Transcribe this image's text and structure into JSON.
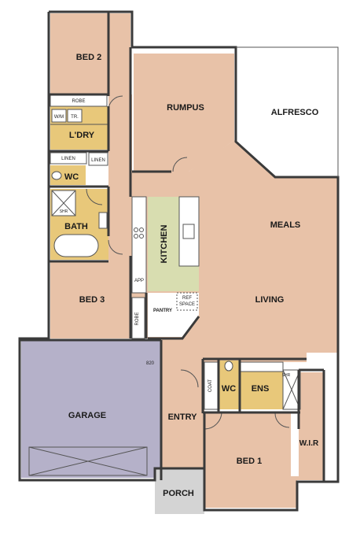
{
  "rooms": {
    "bed2": "BED 2",
    "rumpus": "RUMPUS",
    "alfresco": "ALFRESCO",
    "ldry": "L'DRY",
    "wc_top": "WC",
    "bath": "BATH",
    "kitchen": "KITCHEN",
    "meals": "MEALS",
    "bed3": "BED 3",
    "living": "LIVING",
    "garage": "GARAGE",
    "entry": "ENTRY",
    "wc_ens": "WC",
    "ens": "ENS",
    "wir": "W.I.R",
    "bed1": "BED 1",
    "porch": "PORCH"
  },
  "fixtures": {
    "robe_top": "ROBE",
    "wm": "W/M",
    "tr": "TR.",
    "linen1": "LINEN",
    "linen2": "LINEN",
    "shr_bath": "SHR",
    "app": "APP",
    "robe_bed3": "ROBE",
    "pantry": "PANTRY",
    "ref": "REF",
    "space": "SPACE",
    "door_820": "820",
    "coat": "COAT",
    "shr_ens": "SHR"
  },
  "colors": {
    "room_fill": "#e8c2a8",
    "wet_area": "#e8c87a",
    "kitchen": "#d8ddb0",
    "garage": "#b5b1c9",
    "porch": "#d4d4d4",
    "wall": "#3a3a3a"
  }
}
